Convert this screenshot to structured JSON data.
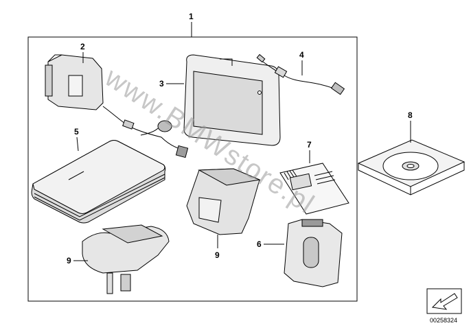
{
  "diagram": {
    "labels": {
      "set": "1",
      "cradle": "2",
      "navigator": "3",
      "usb_cable": "4",
      "case": "5",
      "holder": "6",
      "manual": "7",
      "cd": "8",
      "mount_a": "9",
      "mount_b": "9"
    },
    "watermark": "www.BMWstore.pl",
    "catalog_code": "00258324",
    "icons": [
      "arrow-icon"
    ]
  }
}
